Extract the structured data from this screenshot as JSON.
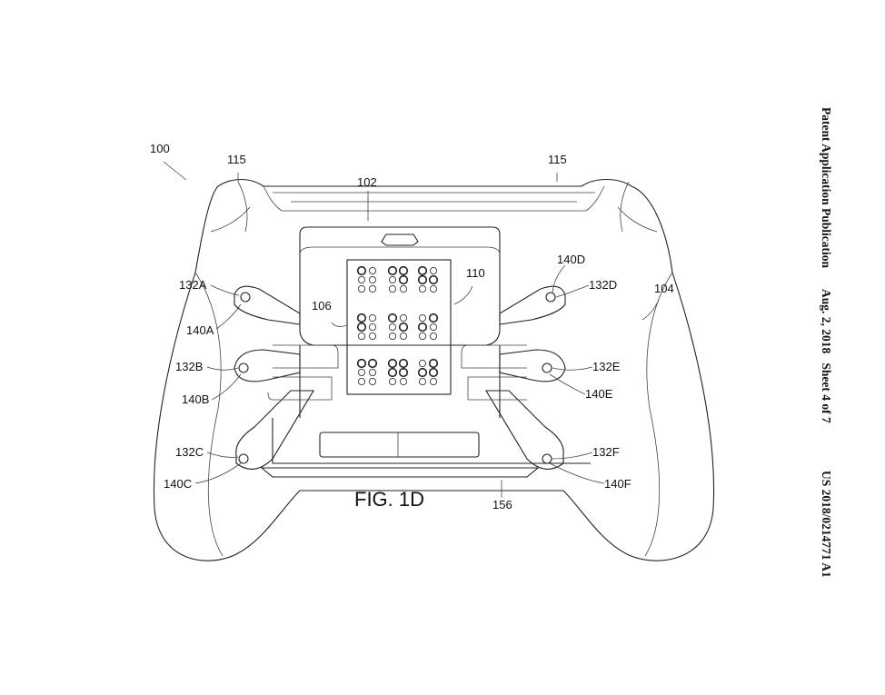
{
  "header": {
    "publication": "Patent Application Publication",
    "date_sheet": "Aug. 2, 2018   Sheet 4 of 7",
    "number": "US 2018/0214771 A1"
  },
  "figure": {
    "caption": "FIG. 1D",
    "labels": {
      "l100": "100",
      "l115a": "115",
      "l115b": "115",
      "l102": "102",
      "l110": "110",
      "l106": "106",
      "l104": "104",
      "l132A": "132A",
      "l132B": "132B",
      "l132C": "132C",
      "l132D": "132D",
      "l132E": "132E",
      "l132F": "132F",
      "l140A": "140A",
      "l140B": "140B",
      "l140C": "140C",
      "l140D": "140D",
      "l140E": "140E",
      "l140F": "140F",
      "l156": "156"
    },
    "braille_cells": [
      [
        1,
        0,
        0,
        0,
        0,
        0
      ],
      [
        1,
        1,
        0,
        1,
        0,
        0
      ],
      [
        1,
        0,
        1,
        1,
        0,
        0
      ],
      [
        1,
        0,
        1,
        0,
        0,
        0
      ],
      [
        1,
        0,
        0,
        1,
        0,
        0
      ],
      [
        0,
        1,
        1,
        0,
        0,
        0
      ],
      [
        1,
        1,
        0,
        0,
        0,
        0
      ],
      [
        1,
        1,
        1,
        1,
        0,
        0
      ],
      [
        0,
        1,
        1,
        1,
        0,
        0
      ]
    ]
  }
}
